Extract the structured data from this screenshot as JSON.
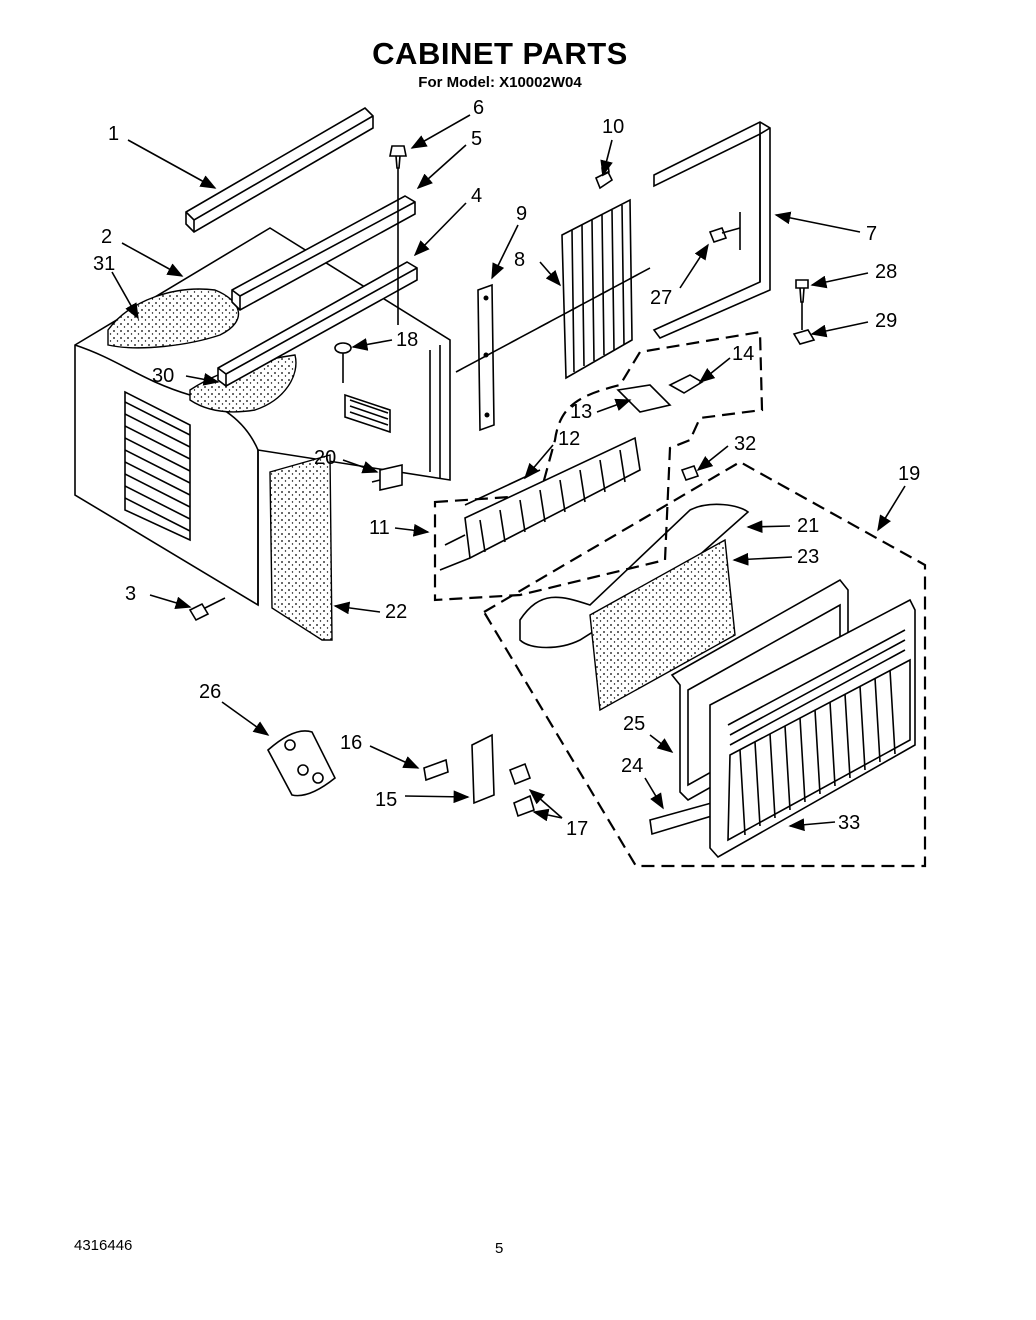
{
  "header": {
    "title": "CABINET PARTS",
    "model_line": "For Model: X10002W04"
  },
  "footer": {
    "part_number": "4316446",
    "page_number": "5"
  },
  "callouts": [
    "1",
    "2",
    "3",
    "4",
    "5",
    "6",
    "7",
    "8",
    "9",
    "10",
    "11",
    "12",
    "13",
    "14",
    "15",
    "16",
    "17",
    "18",
    "19",
    "20",
    "21",
    "22",
    "23",
    "24",
    "25",
    "26",
    "27",
    "28",
    "29",
    "30",
    "31",
    "32",
    "33"
  ]
}
